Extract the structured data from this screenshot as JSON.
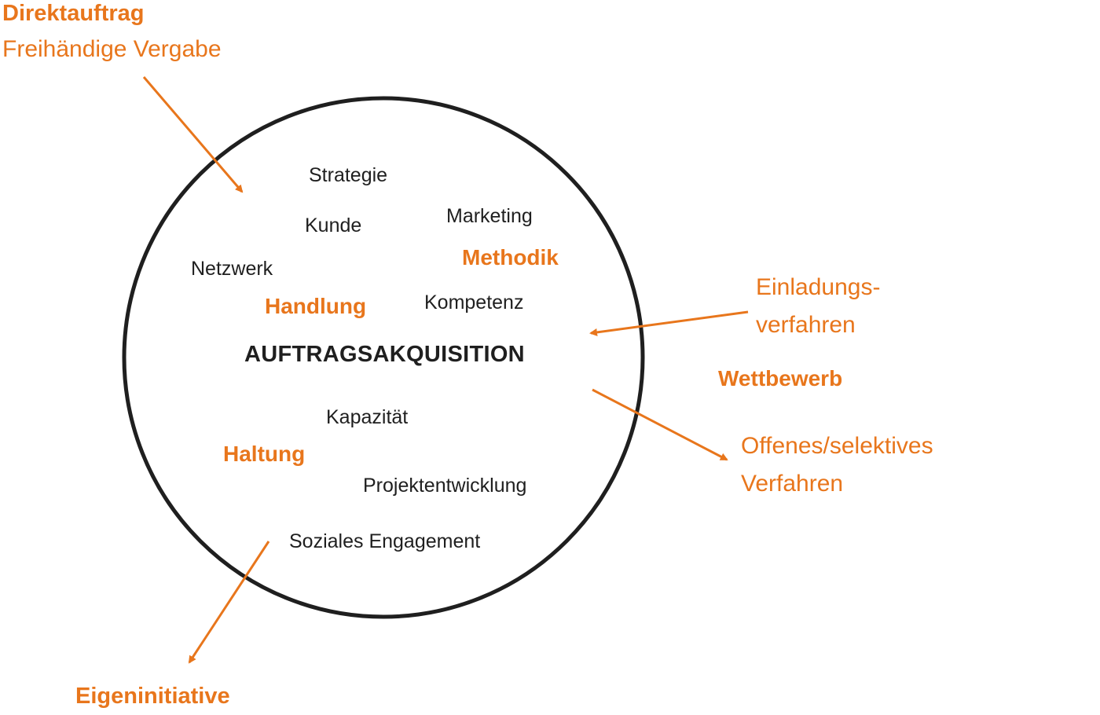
{
  "colors": {
    "accent": "#e8761c",
    "text": "#1f1f1f",
    "circle": "#1f1f1f",
    "background": "#ffffff"
  },
  "center": {
    "title": "AUFTRAGSAKQUISITION"
  },
  "inner_terms": {
    "strategie": "Strategie",
    "kunde": "Kunde",
    "marketing": "Marketing",
    "netzwerk": "Netzwerk",
    "kompetenz": "Kompetenz",
    "kapazitaet": "Kapazität",
    "projektentwicklung": "Projektentwicklung",
    "soziales_engagement": "Soziales Engagement"
  },
  "inner_categories": {
    "methodik": "Methodik",
    "handlung": "Handlung",
    "haltung": "Haltung"
  },
  "outer": {
    "direktauftrag": {
      "title": "Direktauftrag",
      "subtitle": "Freihändige Vergabe"
    },
    "einladung": {
      "line1": "Einladungs-",
      "line2": "verfahren"
    },
    "wettbewerb": {
      "title": "Wettbewerb"
    },
    "offen": {
      "line1": "Offenes/selektives",
      "line2": "Verfahren"
    },
    "eigeninitiative": {
      "title": "Eigeninitiative"
    }
  },
  "arrows": [
    {
      "name": "arrow-direktauftrag",
      "direction": "inward"
    },
    {
      "name": "arrow-einladung",
      "direction": "inward"
    },
    {
      "name": "arrow-offen",
      "direction": "outward"
    },
    {
      "name": "arrow-eigeninitiative",
      "direction": "outward"
    }
  ]
}
